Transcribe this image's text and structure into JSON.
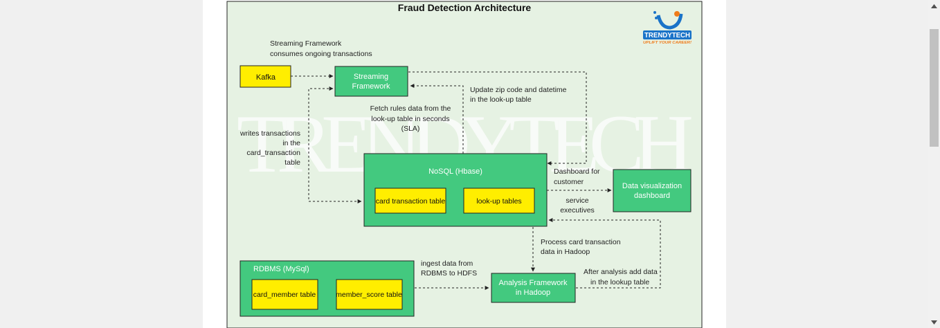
{
  "title": "Fraud Detection Architecture",
  "watermark": "TRENDYTECH",
  "logo": {
    "brand": "TRENDYTECH",
    "tagline": "UPLIFT YOUR CAREER!"
  },
  "nodes": {
    "kafka": "Kafka",
    "streaming": [
      "Streaming",
      "Framework"
    ],
    "nosql": "NoSQL (Hbase)",
    "card_transaction_table": "card transaction table",
    "lookup_tables": "look-up tables",
    "dashboard": [
      "Data visualization",
      "dashboard"
    ],
    "rdbms": "RDBMS (MySql)",
    "card_member_table": "card_member table",
    "member_score_table": "member_score table",
    "analysis": [
      "Analysis Framework",
      "in Hadoop"
    ]
  },
  "labels": {
    "streaming_consumes": [
      "Streaming Framework",
      "consumes ongoing transactions"
    ],
    "update_zip": [
      "Update zip code and datetime",
      "in the look-up table"
    ],
    "fetch_rules": [
      "Fetch rules data from the",
      "look-up table in seconds",
      "(SLA)"
    ],
    "writes_transactions": [
      "writes transactions",
      "in the",
      "card_transaction",
      "table"
    ],
    "dashboard_for": [
      "Dashboard for",
      "customer"
    ],
    "service_executives": [
      "service",
      "executives"
    ],
    "process_card": [
      "Process card transaction",
      "data in Hadoop"
    ],
    "ingest_data": [
      "ingest data from",
      "RDBMS to HDFS"
    ],
    "after_analysis": [
      "After analysis add data",
      "in the lookup table"
    ]
  },
  "colors": {
    "canvas_bg": "#e6f2e3",
    "green_box": "#43c97f",
    "yellow_box": "#ffee00",
    "border": "#222222",
    "logo_blue": "#1a73c8",
    "logo_orange": "#f07c1b"
  }
}
